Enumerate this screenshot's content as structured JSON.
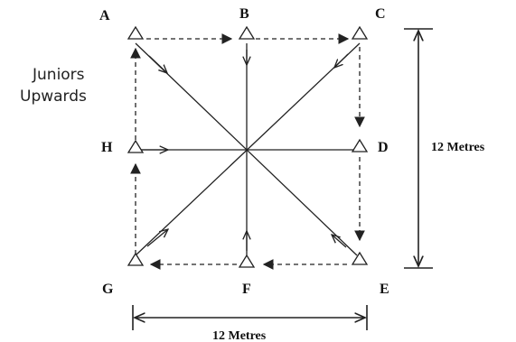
{
  "title_lines": [
    "Juniors",
    "Upwards"
  ],
  "cone_labels": {
    "A": "A",
    "B": "B",
    "C": "C",
    "D": "D",
    "E": "E",
    "F": "F",
    "G": "G",
    "H": "H"
  },
  "measure_vertical": "12 Metres",
  "measure_horizontal": "12 Metres",
  "icons": {
    "cone": "triangle-outline-icon"
  }
}
